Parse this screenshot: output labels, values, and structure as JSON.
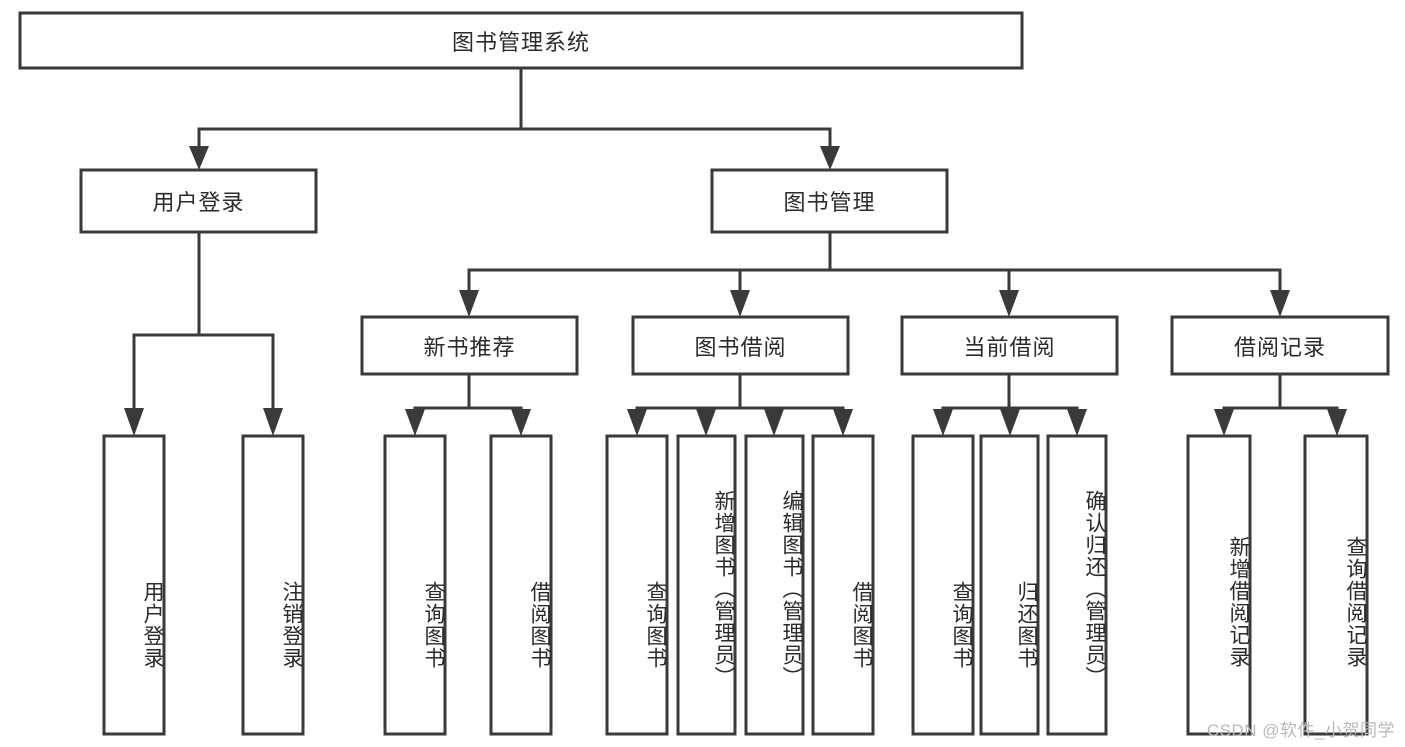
{
  "diagram": {
    "type": "tree-hierarchy",
    "orientation": "top-down",
    "root": {
      "id": "root",
      "label": "图书管理系统"
    },
    "level2": [
      {
        "id": "user-login",
        "label": "用户登录"
      },
      {
        "id": "book-manage",
        "label": "图书管理"
      }
    ],
    "level3": [
      {
        "id": "new-book-recommend",
        "label": "新书推荐",
        "parent": "book-manage"
      },
      {
        "id": "book-borrow",
        "label": "图书借阅",
        "parent": "book-manage"
      },
      {
        "id": "current-borrow",
        "label": "当前借阅",
        "parent": "book-manage"
      },
      {
        "id": "borrow-record",
        "label": "借阅记录",
        "parent": "book-manage"
      }
    ],
    "leaves": {
      "user-login": [
        {
          "id": "leaf-user-login",
          "label": "用户登录"
        },
        {
          "id": "leaf-user-logout",
          "label": "注销登录"
        }
      ],
      "new-book-recommend": [
        {
          "id": "leaf-query-book-1",
          "label": "查询图书"
        },
        {
          "id": "leaf-borrow-book-1",
          "label": "借阅图书"
        }
      ],
      "book-borrow": [
        {
          "id": "leaf-query-book-2",
          "label": "查询图书"
        },
        {
          "id": "leaf-add-book",
          "label": "新增图书（管理员）"
        },
        {
          "id": "leaf-edit-book",
          "label": "编辑图书（管理员）"
        },
        {
          "id": "leaf-borrow-book-2",
          "label": "借阅图书"
        }
      ],
      "current-borrow": [
        {
          "id": "leaf-query-book-3",
          "label": "查询图书"
        },
        {
          "id": "leaf-return-book",
          "label": "归还图书"
        },
        {
          "id": "leaf-confirm-return",
          "label": "确认归还（管理员）"
        }
      ],
      "borrow-record": [
        {
          "id": "leaf-add-record",
          "label": "新增借阅记录"
        },
        {
          "id": "leaf-query-record",
          "label": "查询借阅记录"
        }
      ]
    }
  },
  "watermark": {
    "text": "CSDN @软件_小贺同学"
  },
  "colors": {
    "box_border": "#3a3a3a",
    "box_fill": "#ffffff",
    "text": "#2b2b2b",
    "watermark": "#b9b9b9",
    "background": "#ffffff"
  }
}
